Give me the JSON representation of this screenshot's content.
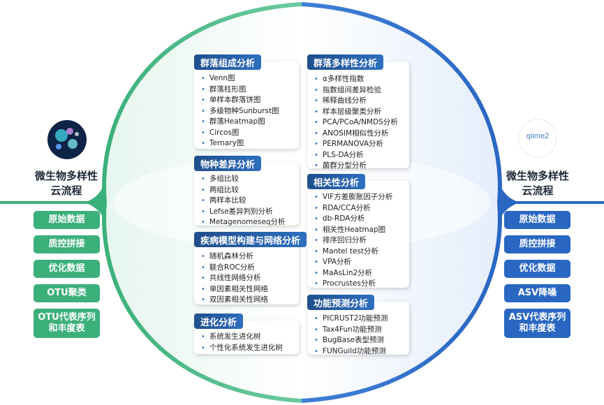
{
  "left": {
    "title_line1": "微生物多样性",
    "title_line2": "云流程",
    "steps": [
      "原始数据",
      "质控拼接",
      "优化数据",
      "OTU聚类",
      "OTU代表序列",
      "和丰度表"
    ]
  },
  "right": {
    "title_line1": "微生物多样性",
    "title_line2": "云流程",
    "logo_text": "qiime2",
    "steps": [
      "原始数据",
      "质控拼接",
      "优化数据",
      "ASV降噪",
      "ASV代表序列",
      "和丰度表"
    ]
  },
  "panels": {
    "composition": {
      "title": "群落组成分析",
      "items": [
        "Venn图",
        "群落柱形图",
        "单样本群落饼图",
        "多级物种Sunburst图",
        "群落Heatmap图",
        "Circos图",
        "Ternary图"
      ]
    },
    "species_diff": {
      "title": "物种差异分析",
      "items": [
        "多组比较",
        "两组比较",
        "两样本比较",
        "Lefse差异判别分析",
        "Metagenomeseq分析"
      ]
    },
    "disease_model": {
      "title": "疾病模型构建与网络分析",
      "items": [
        "随机森林分析",
        "联合ROC分析",
        "共线性网络分析",
        "单因素相关性网络",
        "双因素相关性网络"
      ]
    },
    "evolution": {
      "title": "进化分析",
      "items": [
        "系统发生进化树",
        "个性化系统发生进化树"
      ]
    },
    "diversity": {
      "title": "群落多样性分析",
      "items": [
        "α多样性指数",
        "指数组间差异检验",
        "稀释曲线分析",
        "样本层级聚类分析",
        "PCA/PCoA/NMDS分析",
        "ANOSIM相似性分析",
        "PERMANOVA分析",
        "PLS-DA分析",
        "菌群分型分析"
      ]
    },
    "correlation": {
      "title": "相关性分析",
      "items": [
        "VIF方差膨胀因子分析",
        "RDA/CCA分析",
        "db-RDA分析",
        "相关性Heatmap图",
        "排序回归分析",
        "Mantel test分析",
        "VPA分析",
        "MaAsLin2分析",
        "Procrustes分析"
      ]
    },
    "function": {
      "title": "功能预测分析",
      "items": [
        "PICRUST2功能预测",
        "Tax4Fun功能预测",
        "BugBase表型预测",
        "FUNGuild功能预测"
      ]
    }
  },
  "colors": {
    "green": "#3bb07a",
    "blue": "#2a67c2",
    "header": "#1f4f8c"
  }
}
